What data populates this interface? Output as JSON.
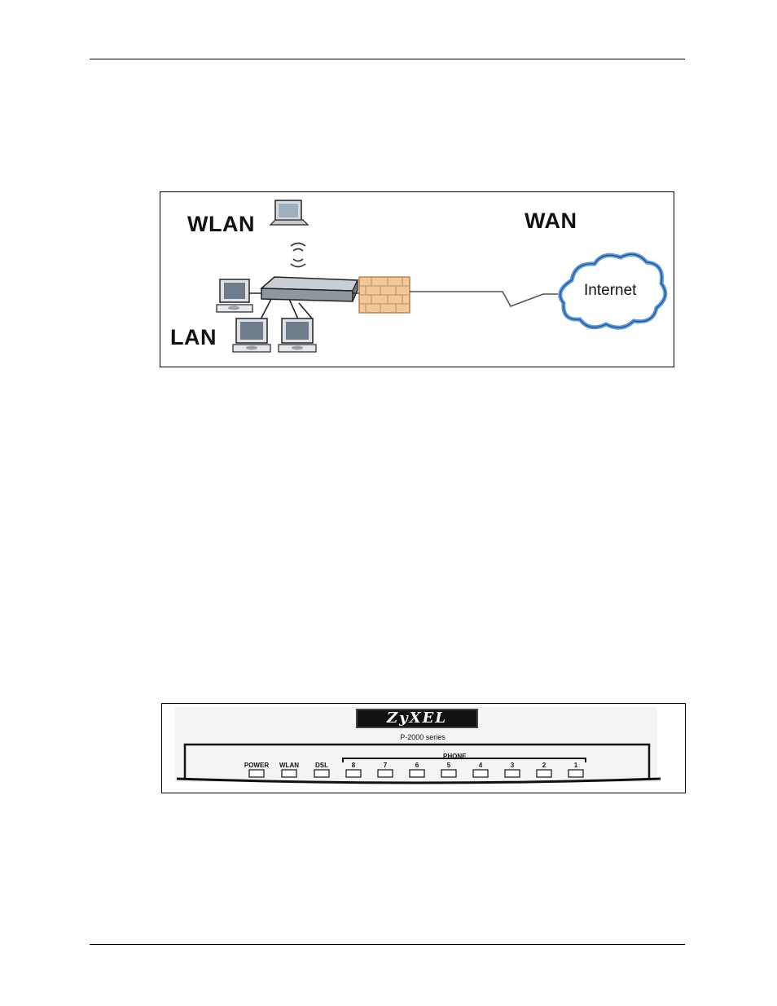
{
  "network_diagram": {
    "wlan_label": "WLAN",
    "wan_label": "WAN",
    "lan_label": "LAN",
    "internet_label": "Internet"
  },
  "front_panel": {
    "logo": "ZyXEL",
    "series": "P-2000 series",
    "phone_group_label": "PHONE",
    "leds": [
      "POWER",
      "WLAN",
      "DSL",
      "8",
      "7",
      "6",
      "5",
      "4",
      "3",
      "2",
      "1"
    ]
  },
  "colors": {
    "firewall_brick": "#f2c89a",
    "cloud_edge": "#4a90d9",
    "device_gray": "#a8b0b8"
  }
}
